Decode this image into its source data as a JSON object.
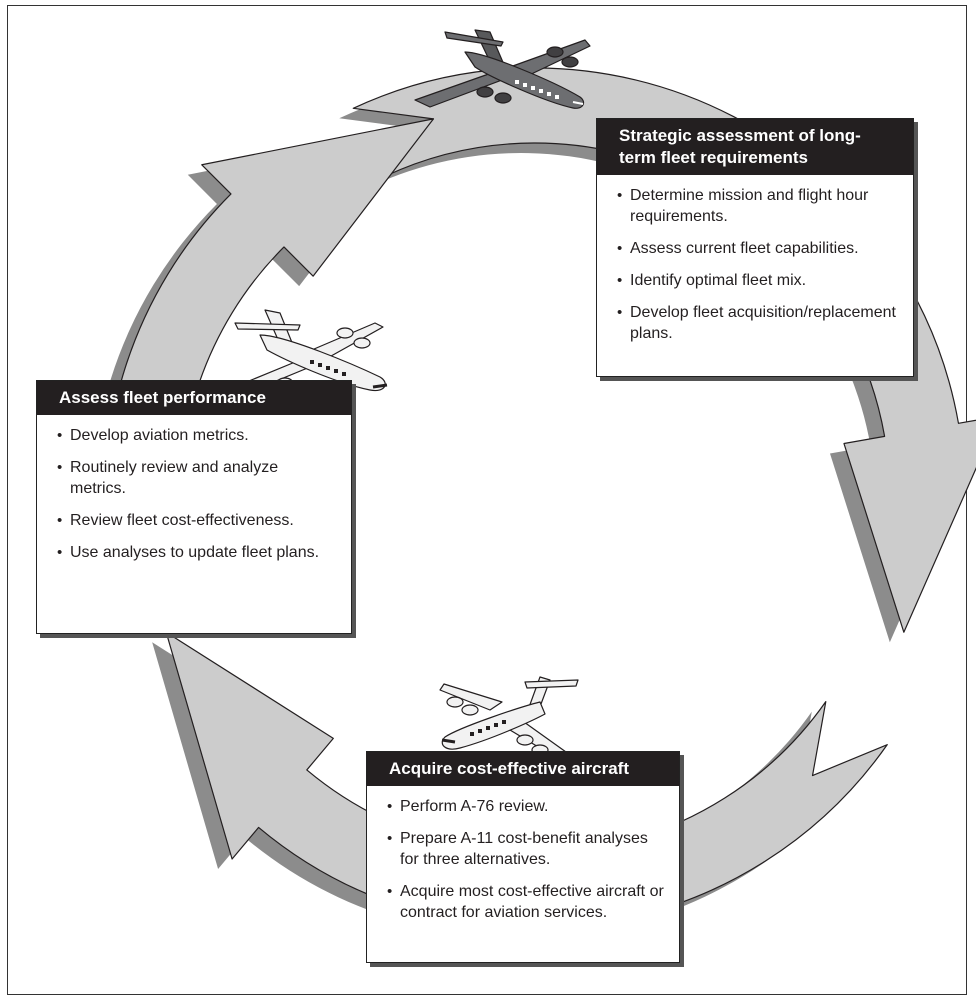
{
  "stages": [
    {
      "title": "Strategic assessment of long-term fleet requirements",
      "items": [
        "Determine mission and flight hour requirements.",
        "Assess current fleet capabilities.",
        "Identify optimal fleet mix.",
        "Develop fleet acquisition/replacement plans."
      ]
    },
    {
      "title": "Assess fleet performance",
      "items": [
        "Develop aviation metrics.",
        "Routinely review and analyze metrics.",
        "Review fleet cost-effectiveness.",
        "Use analyses to update fleet plans."
      ]
    },
    {
      "title": "Acquire cost-effective aircraft",
      "items": [
        "Perform A-76 review.",
        "Prepare A-11 cost-benefit analyses for three alternatives.",
        "Acquire most cost-effective aircraft or contract for aviation services."
      ]
    }
  ],
  "colors": {
    "arrow_fill": "#cccccc",
    "arrow_shadow": "#8c8c8c",
    "header_bg": "#231f20",
    "plane_dark": "#6d6e71",
    "plane_light": "#f2f2f2"
  },
  "icons": [
    "airplane-dark-icon",
    "airplane-light-icon",
    "airplane-light-icon"
  ]
}
